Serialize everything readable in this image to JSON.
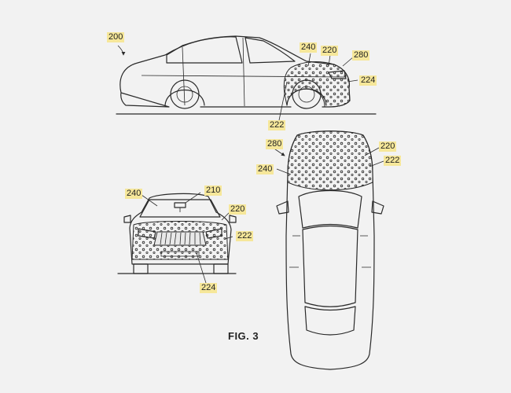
{
  "figure": {
    "caption": "FIG. 3"
  },
  "side_view": {
    "vehicle_label": "200",
    "labels": {
      "coating_edge": "240",
      "coating": "220",
      "camera": "280",
      "grille": "224",
      "body": "222"
    }
  },
  "front_view": {
    "labels": {
      "coating_edge": "240",
      "sensor": "210",
      "coating": "220",
      "body": "222",
      "grille": "224"
    }
  },
  "top_view": {
    "labels": {
      "camera": "280",
      "coating": "220",
      "coating_edge": "240",
      "body": "222"
    }
  },
  "colors": {
    "callout_highlight": "#f6e79a",
    "line": "#2a2a2a",
    "background": "#f2f2f2"
  }
}
